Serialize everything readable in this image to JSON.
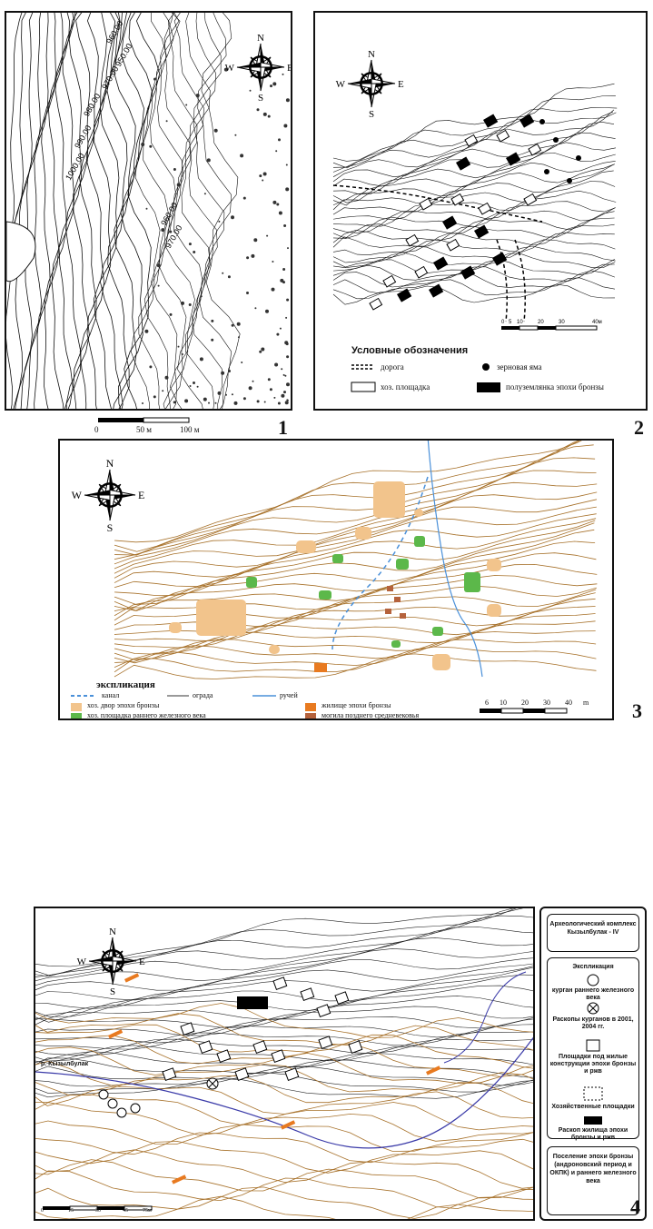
{
  "compass": {
    "n": "N",
    "s": "S",
    "e": "E",
    "w": "W"
  },
  "fig1": {
    "number": "1",
    "contours": [
      "960.00",
      "950.00",
      "970.00",
      "980.00",
      "990.00",
      "1000.00",
      "960.00",
      "970.00"
    ],
    "scale": {
      "t0": "0",
      "t1": "50 м",
      "t2": "100 м"
    }
  },
  "fig2": {
    "number": "2",
    "legend_title": "Условные обозначения",
    "items": {
      "road": "дорога",
      "pit": "зерновая яма",
      "platform": "хоз. площадка",
      "dugout": "полуземлянка эпохи бронзы"
    },
    "scale": [
      "0",
      "5",
      "10",
      "20",
      "30",
      "40м"
    ]
  },
  "fig3": {
    "number": "3",
    "legend_title": "экспликация",
    "items": {
      "ditch": "канал",
      "fence": "ограда",
      "stream": "ручей",
      "yard": "хоз. двор эпохи бронзы",
      "early_iron": "хоз. площадка раннего железного века",
      "dwelling": "жилище эпохи бронзы",
      "grave": "могила позднего средневековья"
    },
    "scale": [
      "6",
      "10",
      "20",
      "30",
      "40",
      "m"
    ]
  },
  "fig4": {
    "number": "4",
    "place": "р. Кызылбулак",
    "scale": [
      "0",
      "15",
      "30",
      "45",
      "75м"
    ],
    "sidebar": {
      "title": "Археологический комплекс Кызылбулак - IV",
      "expl": "Экспликация",
      "kurgan": "курган раннего железного века",
      "excav": "Раскопы курганов в 2001, 2004 гг.",
      "platforms": "Площадки под жилые конструкции эпохи бронзы и ржв",
      "yards": "Хозяйственные площадки",
      "dig": "Раскоп жилища эпохи бронзы и ржв",
      "settle": "Поселение эпохи бронзы (андроновский период и ОКПК) и раннего железного века"
    }
  },
  "colors": {
    "yard": "#f2c48c",
    "green": "#5cb84a",
    "orange": "#e87a20",
    "grave": "#b5623c",
    "stream": "#4a90d9",
    "contour": "#a7712a",
    "blue_river": "#3a3aa8"
  }
}
